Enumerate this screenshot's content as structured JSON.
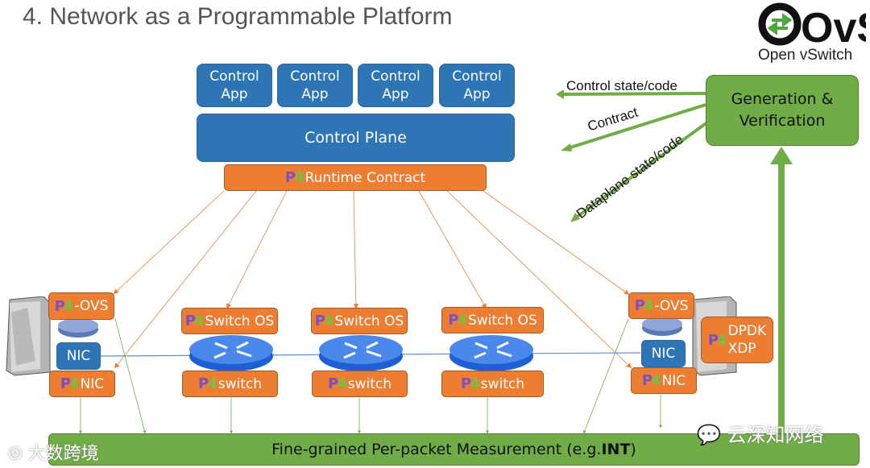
{
  "title": "4.  Network as a Programmable Platform",
  "logo": {
    "main": "OvS",
    "sub": "Open vSwitch",
    "icon": "swap-arrows-icon"
  },
  "control_apps": [
    {
      "line1": "Control",
      "line2": "App"
    },
    {
      "line1": "Control",
      "line2": "App"
    },
    {
      "line1": "Control",
      "line2": "App"
    },
    {
      "line1": "Control",
      "line2": "App"
    }
  ],
  "control_plane": "Control Plane",
  "runtime_contract": "Runtime Contract",
  "generation": {
    "line1": "Generation &",
    "line2": "Verification"
  },
  "arrow_labels": {
    "control_state": "Control state/code",
    "contract": "Contract",
    "dataplane_state": "Dataplane state/code"
  },
  "p4_logo": {
    "p": "P",
    "n": "4"
  },
  "left_host": {
    "ovs": "-OVS",
    "nic": "NIC",
    "p4nic": "NIC"
  },
  "right_host": {
    "ovs": "-OVS",
    "nic": "NIC",
    "p4nic": "NIC",
    "dpdk": "DPDK",
    "xdp": "XDP"
  },
  "switches": [
    {
      "os": "Switch OS",
      "dp": "switch"
    },
    {
      "os": "Switch OS",
      "dp": "switch"
    },
    {
      "os": "Switch OS",
      "dp": "switch"
    }
  ],
  "measurement": {
    "text": "Fine-grained Per-packet Measurement (e.g. ",
    "bold": "INT",
    "close": ")"
  },
  "watermarks": {
    "left": "大数跨境",
    "right": "云深知网络"
  },
  "colors": {
    "blue": "#2e75b6",
    "orange": "#ed7d31",
    "green": "#70ad47",
    "p4_purple": "#7a4fc9",
    "p4_green": "#72c341"
  }
}
